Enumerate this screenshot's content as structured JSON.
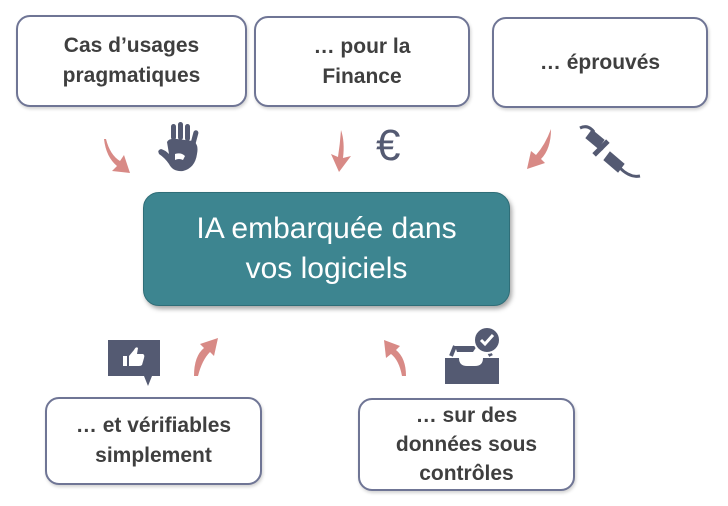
{
  "center": {
    "label": "IA embarquée dans\nvos logiciels",
    "color": "#3d8590"
  },
  "top_boxes": [
    {
      "label": "Cas d’usages\npragmatiques",
      "icon": "hand-icon"
    },
    {
      "label": "… pour la\nFinance",
      "icon": "euro-icon"
    },
    {
      "label": "… éprouvés",
      "icon": "plug-icon"
    }
  ],
  "bottom_boxes": [
    {
      "label": "… et vérifiables\nsimplement",
      "icon": "thumbs-up-speech-icon"
    },
    {
      "label": "… sur des\ndonnées sous\ncontrôles",
      "icon": "inbox-check-icon"
    }
  ],
  "colors": {
    "border": "#6f7595",
    "text": "#3f3f3f",
    "icon": "#545a72",
    "arrow": "#d88a86"
  },
  "euro_symbol": "€"
}
